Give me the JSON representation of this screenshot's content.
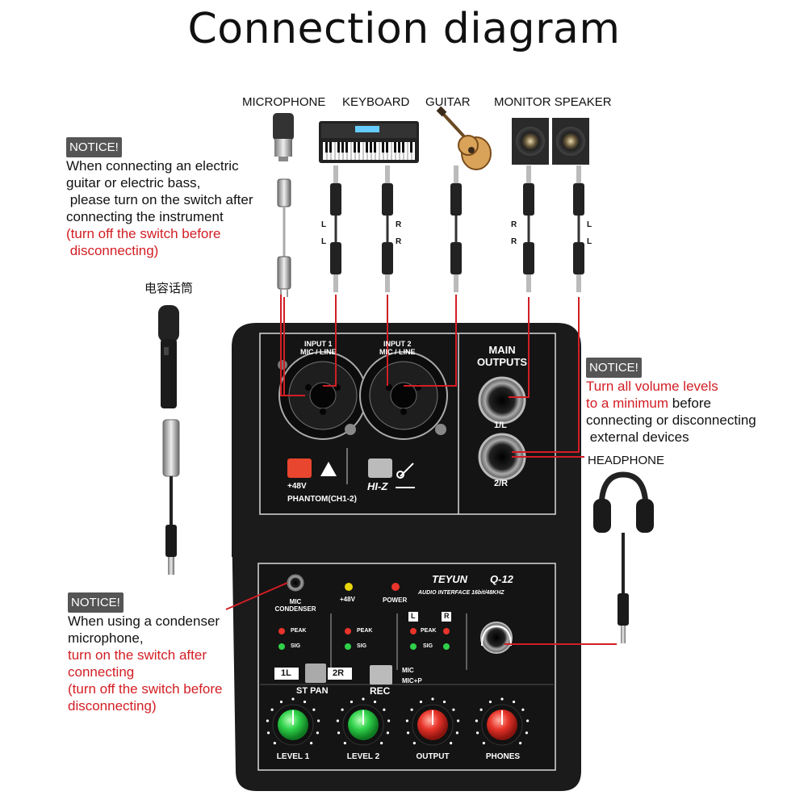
{
  "title": "Connection diagram",
  "devices": {
    "microphone": "MICROPHONE",
    "keyboard": "KEYBOARD",
    "guitar": "GUITAR",
    "monitor": "MONITOR SPEAKER",
    "condenser_mic_cn": "电容话筒",
    "headphone": "HEADPHONE"
  },
  "notice_badge": "NOTICE!",
  "notice1": {
    "lines": [
      "When connecting an electric",
      "guitar or electric bass,",
      " please turn on the switch after",
      "connecting the instrument"
    ],
    "red_lines": [
      "(turn off the switch before",
      " disconnecting)"
    ]
  },
  "notice2": {
    "red_lines": [
      "Turn all volume levels",
      "to a minimum"
    ],
    "inline_after": " before",
    "lines": [
      "connecting or disconnecting",
      " external devices"
    ]
  },
  "notice3": {
    "lines": [
      "When using a condenser",
      "microphone,"
    ],
    "red_lines": [
      "turn on the switch after",
      "connecting",
      "(turn off the switch before",
      "disconnecting)"
    ]
  },
  "cable_channels": {
    "keyboard_left": [
      "L",
      "L"
    ],
    "keyboard_right": [
      "R",
      "R"
    ],
    "monitor_left": [
      "R",
      "R"
    ],
    "monitor_right": [
      "L",
      "L"
    ]
  },
  "device_upper": {
    "input1": [
      "INPUT 1",
      "MIC / LINE"
    ],
    "input2": [
      "INPUT 2",
      "MIC / LINE"
    ],
    "main_outputs": [
      "MAIN",
      "OUTPUTS"
    ],
    "out1": "1/L",
    "out2": "2/R",
    "phantom_v": "+48V",
    "phantom": "PHANTOM(CH1-2)",
    "hiz": "HI-Z"
  },
  "device_lower": {
    "brand": "TEYUN",
    "model": "Q-12",
    "subtitle": "AUDIO INTERFACE 16bit/48KHZ",
    "led_48v": "+48V",
    "power": "POWER",
    "mic_condenser": [
      "MIC",
      "CONDENSER"
    ],
    "peak": "PEAK",
    "sig": "SIG",
    "l": "L",
    "r": "R",
    "sw_1l": "1L",
    "sw_2r": "2R",
    "st_pan": "ST PAN",
    "rec": "REC",
    "rec_mic": "MIC",
    "rec_micp": "MIC+P",
    "knobs": [
      "LEVEL 1",
      "LEVEL 2",
      "OUTPUT",
      "PHONES"
    ]
  },
  "colors": {
    "accent_red": "#d21e24",
    "knob_green": "#2fd14a",
    "knob_red": "#e8342a",
    "panel": "#1b1b1b"
  }
}
